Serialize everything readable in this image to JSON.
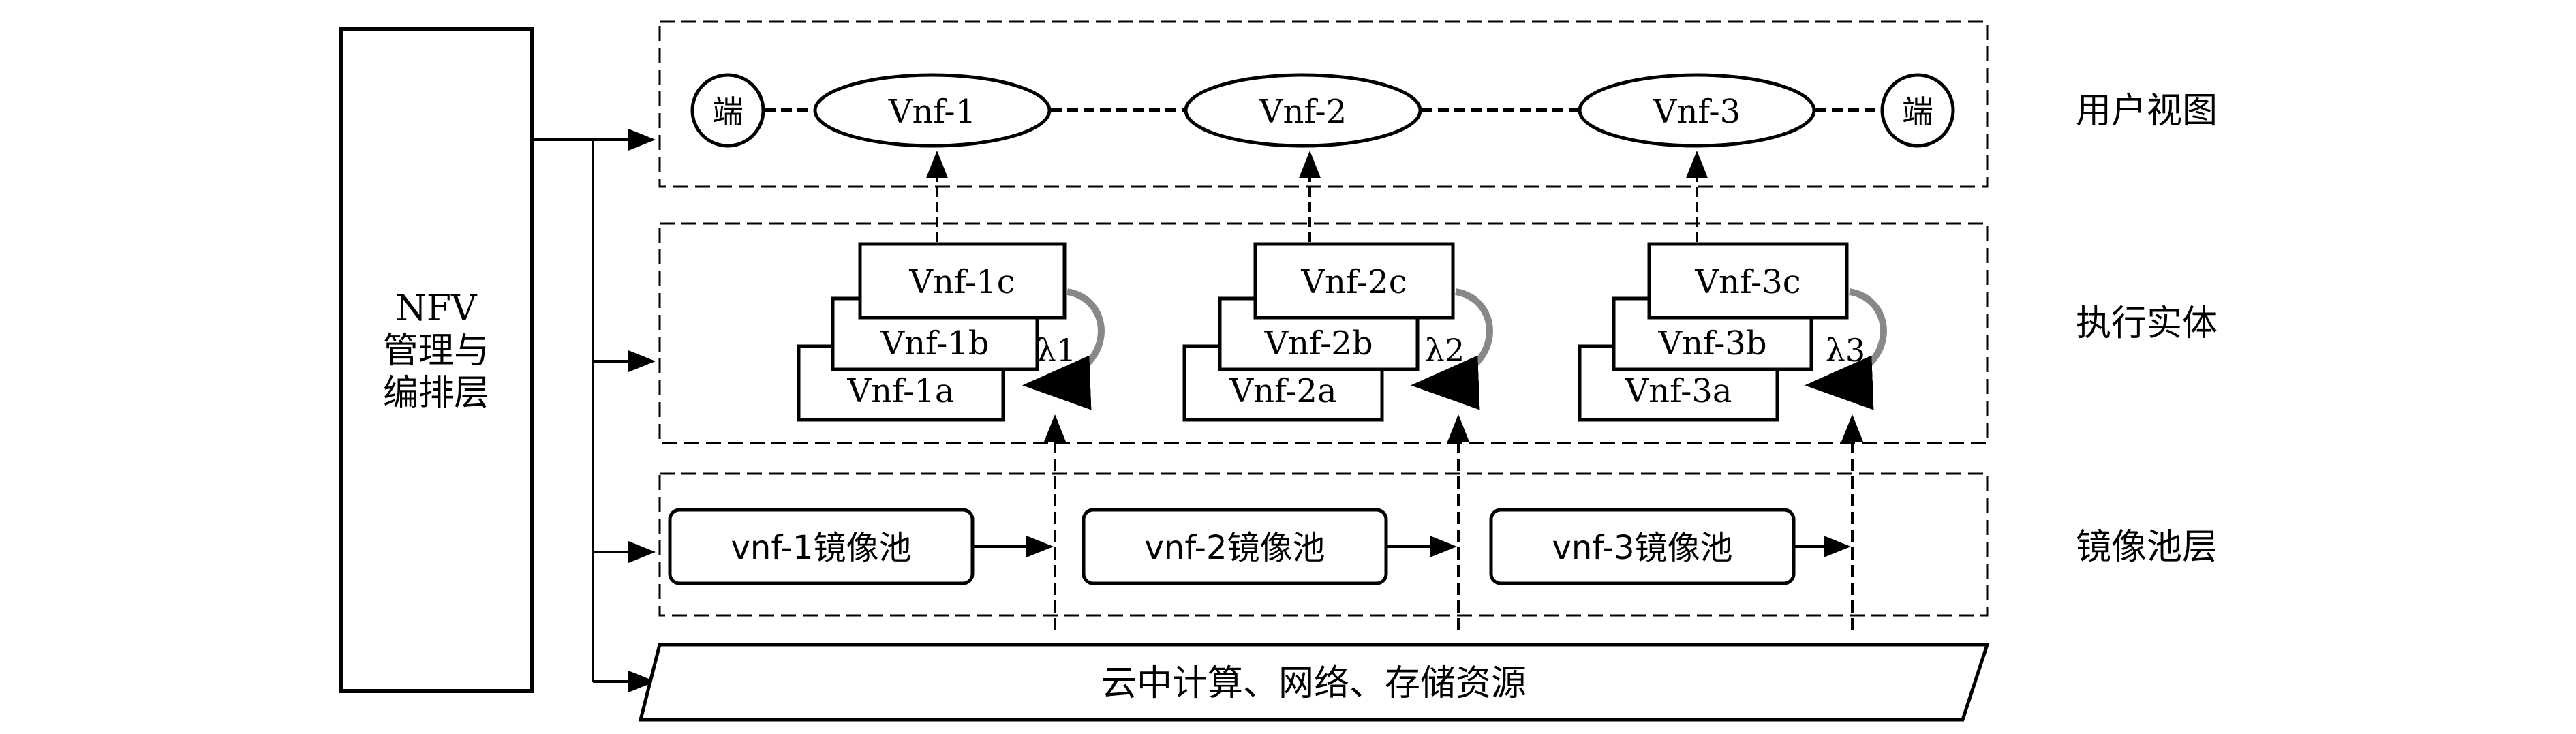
{
  "manager": {
    "line1": "NFV",
    "line2": "管理与",
    "line3": "编排层"
  },
  "layers": {
    "user_view": "用户视图",
    "execution": "执行实体",
    "image_pool": "镜像池层"
  },
  "user_view": {
    "endpoint_left": "端",
    "endpoint_right": "端",
    "vnfs": [
      "Vnf-1",
      "Vnf-2",
      "Vnf-3"
    ]
  },
  "execution": {
    "groups": [
      {
        "instances": [
          "Vnf-1c",
          "Vnf-1b",
          "Vnf-1a"
        ],
        "lambda": "λ1"
      },
      {
        "instances": [
          "Vnf-2c",
          "Vnf-2b",
          "Vnf-2a"
        ],
        "lambda": "λ2"
      },
      {
        "instances": [
          "Vnf-3c",
          "Vnf-3b",
          "Vnf-3a"
        ],
        "lambda": "λ3"
      }
    ]
  },
  "image_pools": [
    "vnf-1镜像池",
    "vnf-2镜像池",
    "vnf-3镜像池"
  ],
  "resources": "云中计算、网络、存储资源"
}
